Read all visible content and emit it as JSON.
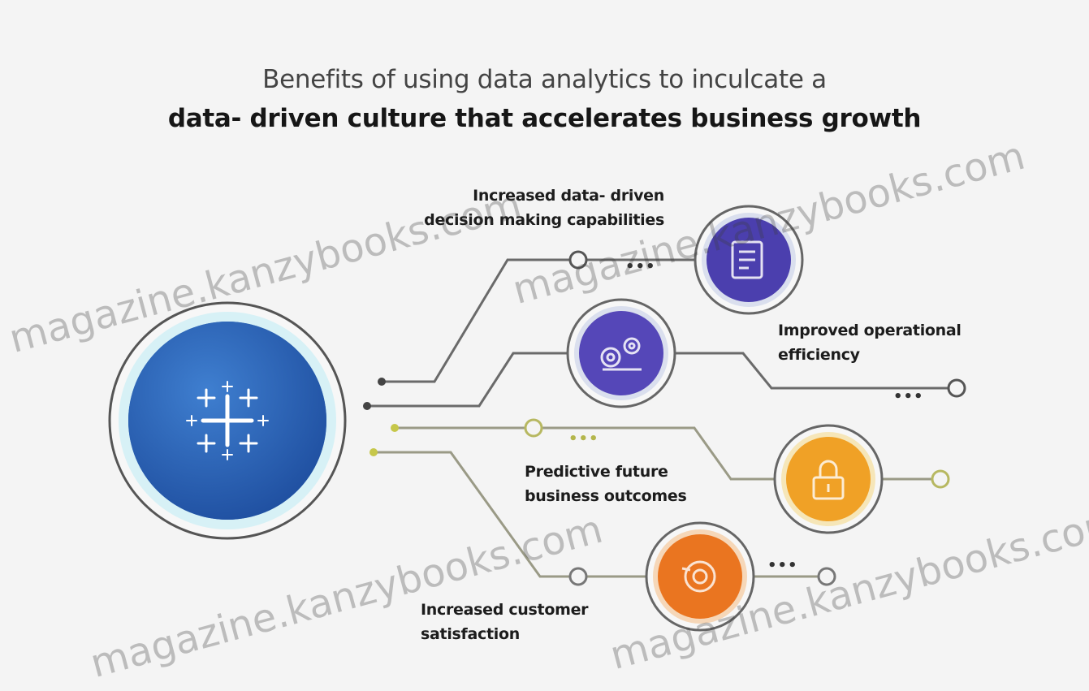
{
  "title": {
    "line1": "Benefits of using data analytics to inculcate a",
    "line2": "data- driven culture that accelerates business growth"
  },
  "benefits": [
    {
      "line1": "Increased data- driven",
      "line2": "decision making capabilities",
      "icon": "report-icon",
      "color": "#4b3fae"
    },
    {
      "line1": "Improved operational",
      "line2": "efficiency",
      "icon": "gears-icon",
      "color": "#5547b8"
    },
    {
      "line1": "Predictive future",
      "line2": "business outcomes",
      "icon": "lock-icon",
      "color": "#f0a126"
    },
    {
      "line1": "Increased customer",
      "line2": "satisfaction",
      "icon": "target-icon",
      "color": "#ea7520"
    }
  ],
  "hub": {
    "icon": "tableau-logo-icon",
    "color": "#2763b8"
  },
  "ellipsis": "•••",
  "watermark": "magazine.kanzybooks.com"
}
